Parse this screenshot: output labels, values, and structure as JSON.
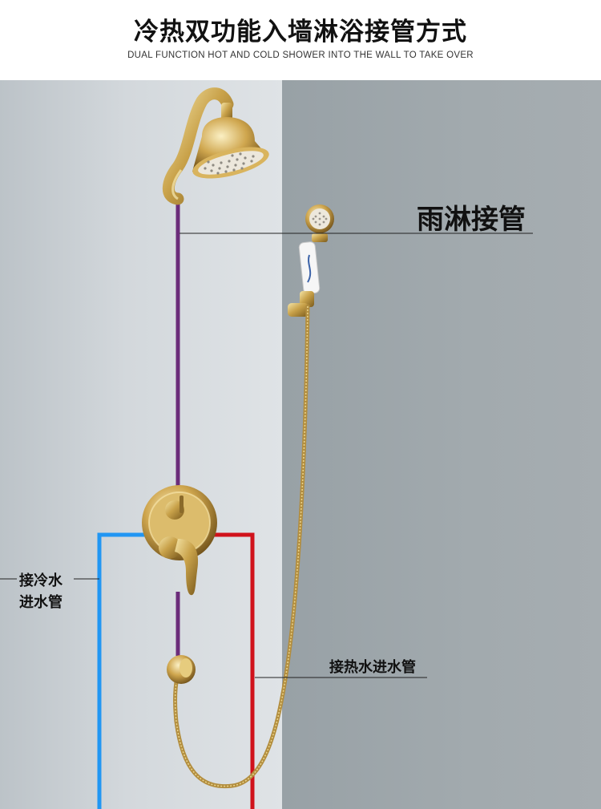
{
  "title": "冷热双功能入墙淋浴接管方式",
  "subtitle": "DUAL FUNCTION HOT AND COLD SHOWER INTO THE WALL TO TAKE OVER",
  "labels": {
    "rain_pipe": "雨淋接管",
    "cold_inlet_line1": "接冷水",
    "cold_inlet_line2": "进水管",
    "hot_inlet": "接热水进水管"
  },
  "colors": {
    "cold_pipe": "#2196f3",
    "hot_pipe": "#d0121b",
    "rain_pipe": "#6b2c7a",
    "fixture_gold": "#c9a24a"
  }
}
